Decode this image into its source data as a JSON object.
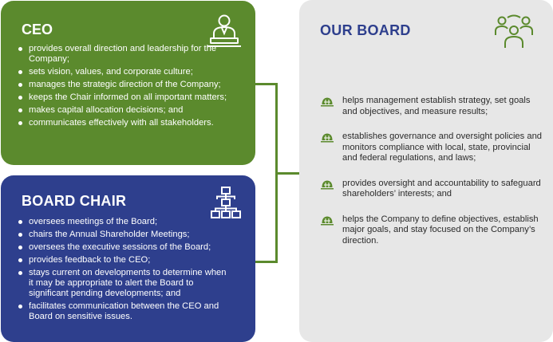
{
  "ceo": {
    "title": "CEO",
    "icon": "ceo-person-icon",
    "items": [
      "provides overall direction and leadership for the Company;",
      "sets vision, values, and corporate culture;",
      "manages the strategic direction of the Company;",
      "keeps the Chair informed on all important matters;",
      "makes capital allocation decisions; and",
      "communicates effectively with all stakeholders."
    ]
  },
  "chair": {
    "title": "BOARD CHAIR",
    "icon": "org-chart-icon",
    "items": [
      "oversees meetings of the Board;",
      "chairs the Annual Shareholder Meetings;",
      "oversees the executive sessions of the Board;",
      "provides feedback to the CEO;",
      "stays current on developments to determine when it may be appropriate to alert the Board to significant pending developments; and",
      "facilitates communication between the CEO and Board on sensitive issues."
    ]
  },
  "board": {
    "title": "OUR BOARD",
    "icon": "group-people-icon",
    "bullet_icon": "hard-hat-icon",
    "items": [
      "helps management establish strategy, set goals and objectives, and measure results;",
      "establishes governance and oversight policies and monitors compliance with local, state, provincial and federal regulations, and laws;",
      "provides oversight and accountability to safeguard shareholders’ interests; and",
      "helps the Company to define objectives, establish major goals, and stay focused on the Company’s direction."
    ]
  },
  "colors": {
    "green": "#5b8a2d",
    "navy": "#2e3f8d",
    "gray": "#e7e7e7"
  }
}
